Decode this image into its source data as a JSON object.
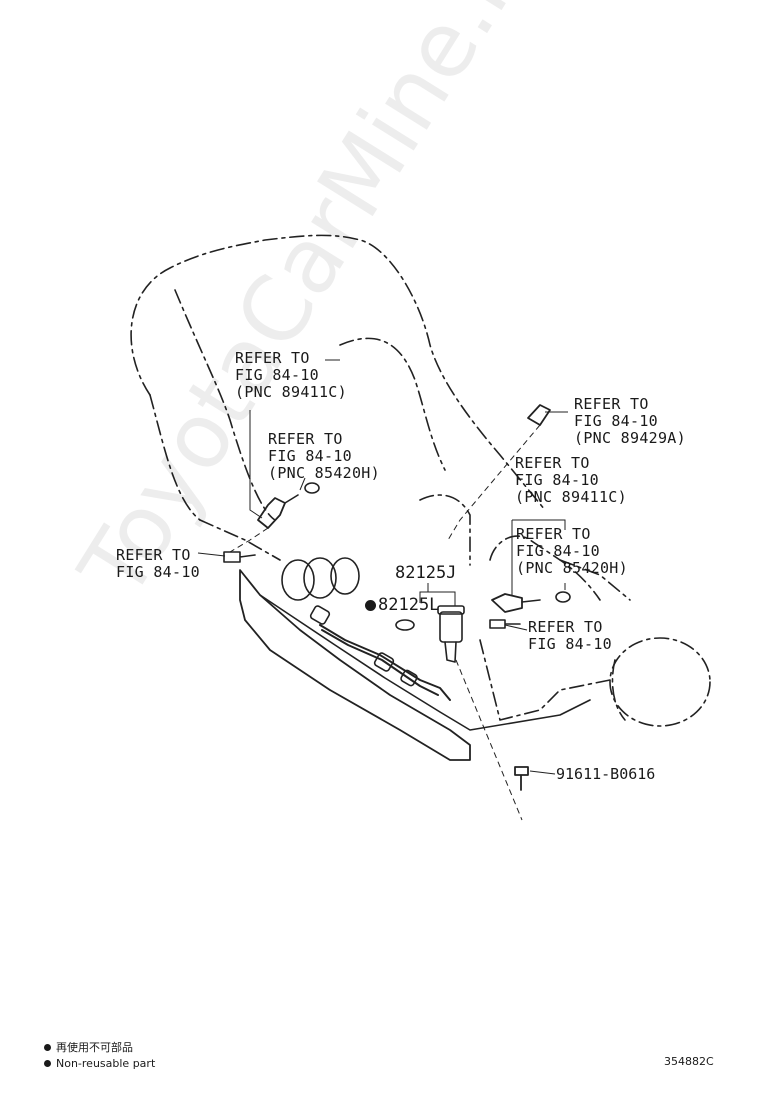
{
  "watermark": "ToyotaCarMine.ru",
  "callouts": [
    {
      "id": "c1",
      "lines": [
        "REFER TO",
        "FIG 84-10",
        "(PNC 89411C)"
      ]
    },
    {
      "id": "c2",
      "lines": [
        "REFER TO",
        "FIG 84-10",
        "(PNC 85420H)"
      ]
    },
    {
      "id": "c3",
      "lines": [
        "REFER TO",
        "FIG 84-10"
      ]
    },
    {
      "id": "c4",
      "lines": [
        "REFER TO",
        "FIG 84-10",
        "(PNC 89429A)"
      ]
    },
    {
      "id": "c5",
      "lines": [
        "REFER TO",
        "FIG 84-10",
        "(PNC 89411C)"
      ]
    },
    {
      "id": "c6",
      "lines": [
        "REFER TO",
        "FIG 84-10",
        "(PNC 85420H)"
      ]
    },
    {
      "id": "c7",
      "lines": [
        "REFER TO",
        "FIG 84-10"
      ]
    }
  ],
  "part_numbers": {
    "p1": "82125J",
    "p2": "82125L",
    "p3": "91611-B0616"
  },
  "legend": {
    "jp": "再使用不可部品",
    "en": "Non-reusable part"
  },
  "illustration_number": "354882C"
}
